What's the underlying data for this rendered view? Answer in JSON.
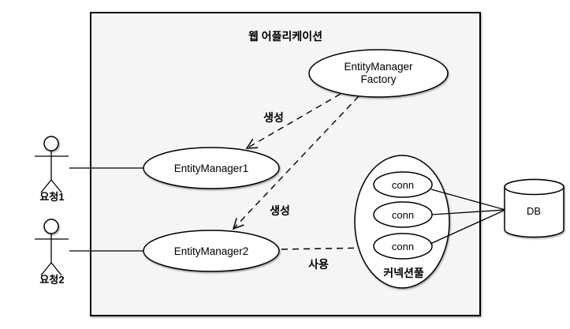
{
  "diagram": {
    "boundary_title": "웹 어플리케이션",
    "colors": {
      "boundary_fill": "#f5f5f5",
      "node_fill": "#ffffff",
      "stroke": "#000000"
    },
    "actors": [
      {
        "label": "요청1"
      },
      {
        "label": "요청2"
      }
    ],
    "nodes": {
      "factory": {
        "line1": "EntityManager",
        "line2": "Factory"
      },
      "em1": {
        "label": "EntityManager1"
      },
      "em2": {
        "label": "EntityManager2"
      },
      "pool": {
        "label": "커넥션풀",
        "conns": [
          "conn",
          "conn",
          "conn"
        ]
      },
      "db": {
        "label": "DB"
      }
    },
    "edges": {
      "create1": {
        "label": "생성"
      },
      "create2": {
        "label": "생성"
      },
      "use": {
        "label": "사용"
      }
    }
  }
}
